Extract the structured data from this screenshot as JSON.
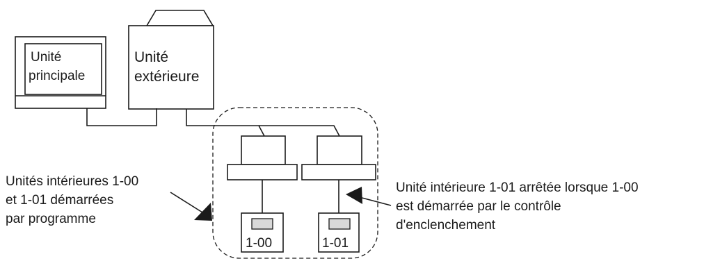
{
  "main_unit": {
    "line1": "Unité",
    "line2": "principale"
  },
  "outdoor_unit": {
    "line1": "Unité",
    "line2": "extérieure"
  },
  "remote_controllers": [
    {
      "label": "1-00"
    },
    {
      "label": "1-01"
    }
  ],
  "annotation_left": {
    "lines": [
      "Unités intérieures 1-00",
      "et 1-01 démarrées",
      "par programme"
    ]
  },
  "annotation_right": {
    "lines": [
      "Unité intérieure 1-01 arrêtée lorsque 1-00",
      "est démarrée par le contrôle",
      "d'enclenchement"
    ]
  }
}
